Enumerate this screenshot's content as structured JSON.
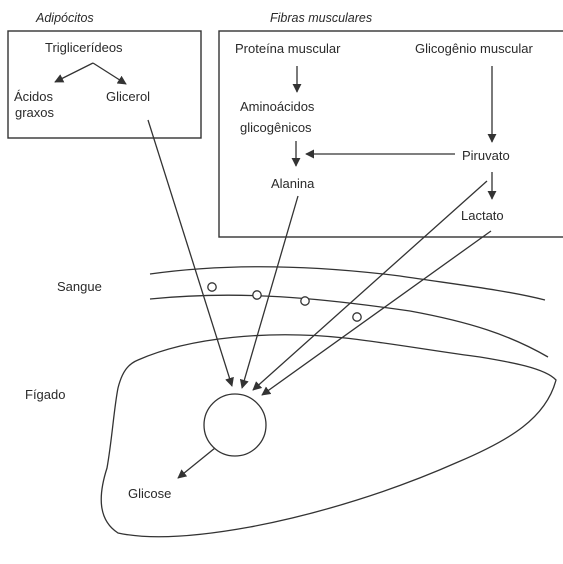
{
  "sections": {
    "adipocytes": "Adipócitos",
    "muscle_fibers": "Fibras musculares",
    "blood": "Sangue",
    "liver": "Fígado"
  },
  "adipocytes": {
    "source": "Triglicerídeos",
    "product_fatty_acids_line1": "Ácidos",
    "product_fatty_acids_line2": "graxos",
    "product_glycerol": "Glicerol"
  },
  "muscle": {
    "protein": "Proteína muscular",
    "glycogen": "Glicogênio muscular",
    "amino_acids_line1": "Aminoácidos",
    "amino_acids_line2": "glicogênicos",
    "pyruvate": "Piruvato",
    "alanine": "Alanina",
    "lactate": "Lactato"
  },
  "liver_products": {
    "glucose": "Glicose"
  }
}
